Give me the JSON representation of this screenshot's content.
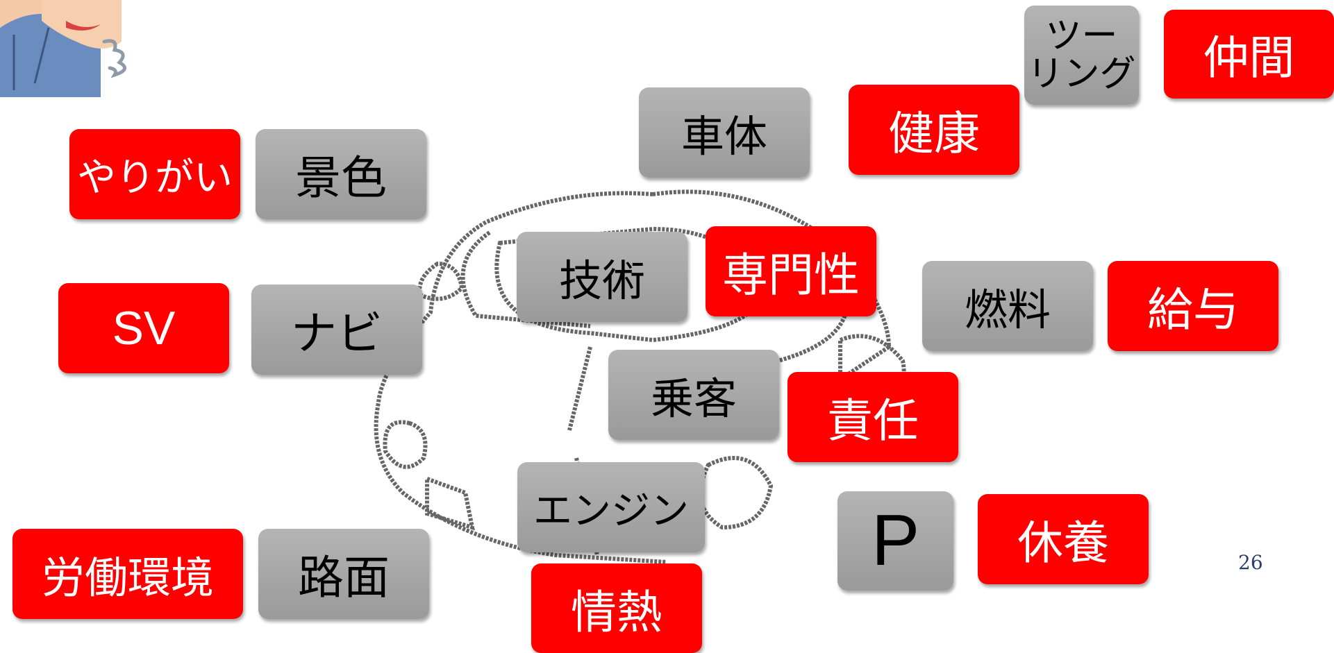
{
  "slide": {
    "page_number": "26",
    "colors": {
      "red": "#ff0000",
      "gray": "#a8a8a8"
    },
    "images": [
      "person-illustration",
      "car-outline-illustration"
    ]
  },
  "boxes": {
    "touring": "ツー\nリング",
    "nakama": "仲間",
    "shatai": "車体",
    "kenkou": "健康",
    "yarigai": "やりがい",
    "keshiki": "景色",
    "gijutsu": "技術",
    "senmonsei": "専門性",
    "nenryou": "燃料",
    "kyuuyo": "給与",
    "sv": "SV",
    "navi": "ナビ",
    "joukyaku": "乗客",
    "sekinin": "責任",
    "engine": "エンジン",
    "p": "P",
    "kyuuyou": "休養",
    "roudou": "労働環境",
    "romen": "路面",
    "jounetsu": "情熱"
  }
}
